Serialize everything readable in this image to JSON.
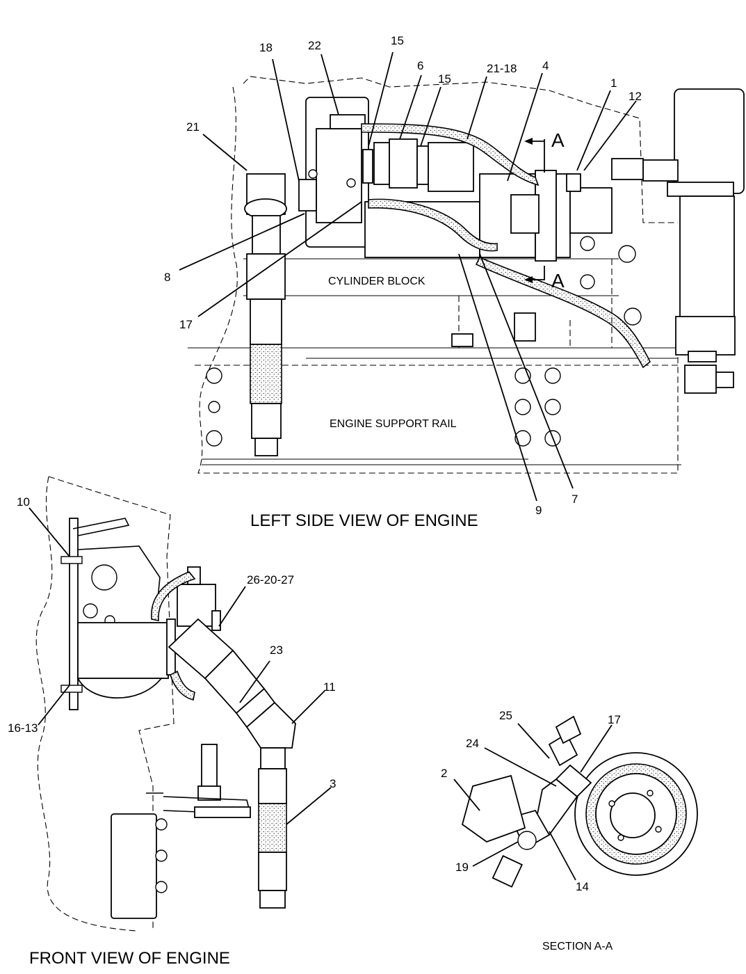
{
  "views": {
    "left_side": {
      "title": "LEFT SIDE VIEW OF ENGINE"
    },
    "front": {
      "title": "FRONT VIEW OF ENGINE"
    },
    "section": {
      "title": "SECTION A-A"
    }
  },
  "labels": {
    "cylinder_block": "CYLINDER BLOCK",
    "engine_support_rail": "ENGINE SUPPORT RAIL",
    "section_marker": "A"
  },
  "callouts": {
    "c18": "18",
    "c22": "22",
    "c15a": "15",
    "c6": "6",
    "c15b": "15",
    "c21_18": "21-18",
    "c4": "4",
    "c1": "1",
    "c12": "12",
    "c21": "21",
    "c8": "8",
    "c17a": "17",
    "c9": "9",
    "c7": "7",
    "c10": "10",
    "c26_20_27": "26-20-27",
    "c23": "23",
    "c11": "11",
    "c16_13": "16-13",
    "c3": "3",
    "c25": "25",
    "c17b": "17",
    "c24": "24",
    "c2": "2",
    "c19": "19",
    "c14": "14"
  },
  "icons": {
    "section_arrow": "section-cut-arrow-icon"
  }
}
